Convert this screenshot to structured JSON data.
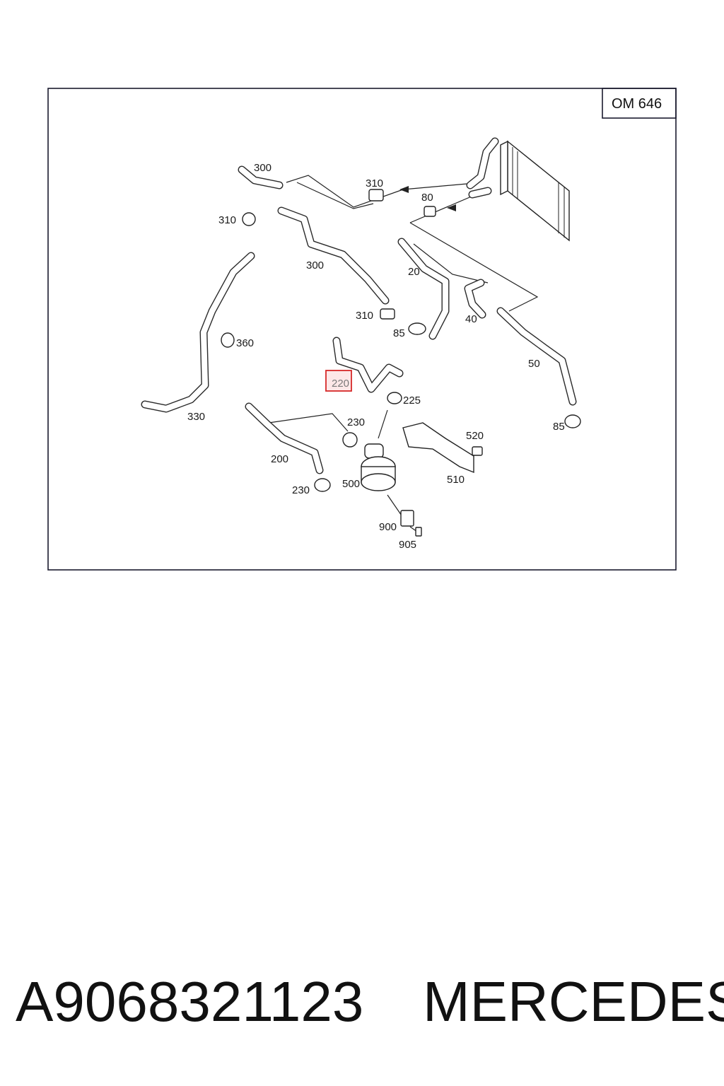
{
  "diagram": {
    "engine_label": "OM 646",
    "highlighted_part": "220",
    "callouts": [
      {
        "id": "c300a",
        "text": "300"
      },
      {
        "id": "c310a",
        "text": "310"
      },
      {
        "id": "c310b",
        "text": "310"
      },
      {
        "id": "c80",
        "text": "80"
      },
      {
        "id": "c300b",
        "text": "300"
      },
      {
        "id": "c20",
        "text": "20"
      },
      {
        "id": "c310c",
        "text": "310"
      },
      {
        "id": "c85a",
        "text": "85"
      },
      {
        "id": "c40",
        "text": "40"
      },
      {
        "id": "c360",
        "text": "360"
      },
      {
        "id": "c50",
        "text": "50"
      },
      {
        "id": "c225",
        "text": "225"
      },
      {
        "id": "c330",
        "text": "330"
      },
      {
        "id": "c85b",
        "text": "85"
      },
      {
        "id": "c230a",
        "text": "230"
      },
      {
        "id": "c520",
        "text": "520"
      },
      {
        "id": "c200",
        "text": "200"
      },
      {
        "id": "c500",
        "text": "500"
      },
      {
        "id": "c510",
        "text": "510"
      },
      {
        "id": "c230b",
        "text": "230"
      },
      {
        "id": "c900",
        "text": "900"
      },
      {
        "id": "c905",
        "text": "905"
      }
    ]
  },
  "footer": {
    "part_number": "A9068321123",
    "brand": "MERCEDES"
  }
}
